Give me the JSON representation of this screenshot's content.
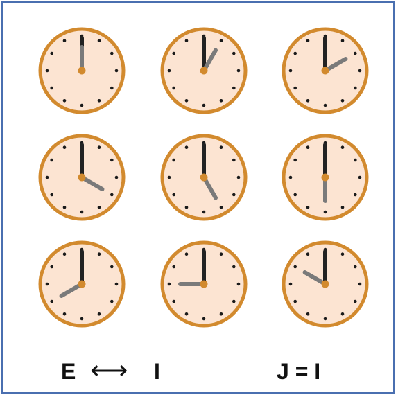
{
  "colors": {
    "rim": "#d28a2e",
    "face": "#fce4d2",
    "hour_hand": "#7a7a7a",
    "minute_hand": "#222222",
    "center": "#d28a2e",
    "tick": "#1a1a1a",
    "frame": "#4a6fb0"
  },
  "clocks": [
    {
      "hour": 12,
      "minute": 0
    },
    {
      "hour": 1,
      "minute": 0
    },
    {
      "hour": 2,
      "minute": 0
    },
    {
      "hour": 4,
      "minute": 0
    },
    {
      "hour": 5,
      "minute": 0
    },
    {
      "hour": 6,
      "minute": 0
    },
    {
      "hour": 8,
      "minute": 0
    },
    {
      "hour": 9,
      "minute": 0
    },
    {
      "hour": 10,
      "minute": 0
    }
  ],
  "captions": {
    "left_from": "E",
    "left_arrow": "⟷",
    "left_to": "I",
    "right_eq": "J = I"
  }
}
